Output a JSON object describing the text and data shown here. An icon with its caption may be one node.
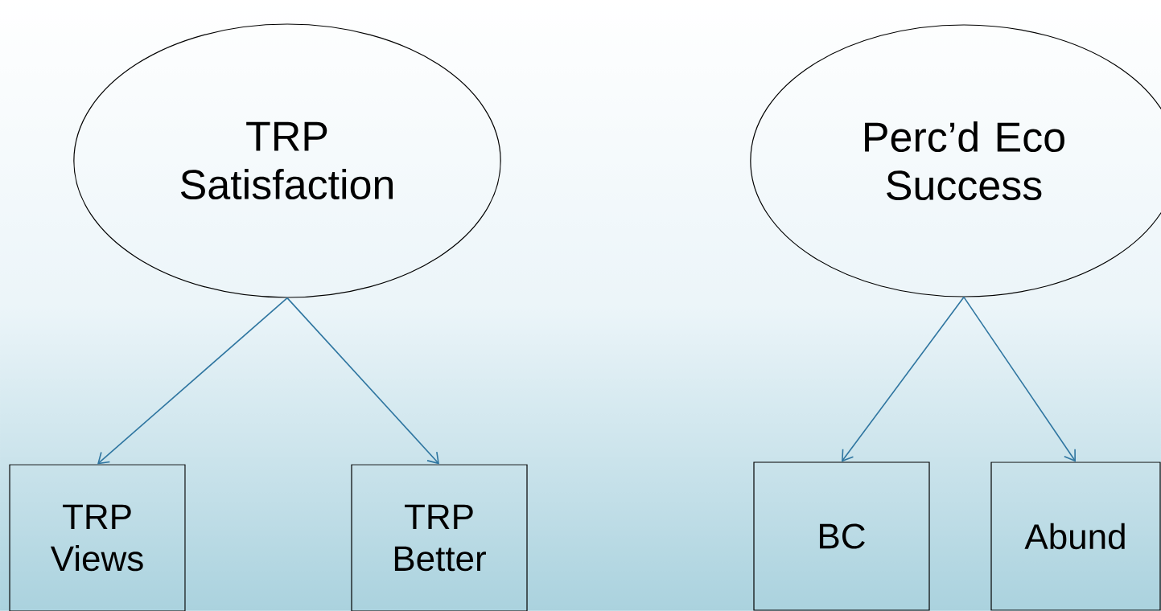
{
  "diagram": {
    "nodes": [
      {
        "text": [
          "TRP Satisfaction"
        ]
      },
      {
        "text": [
          "Perc’d Eco Success"
        ]
      },
      {
        "text": [
          "TRP Views"
        ]
      },
      {
        "text": [
          "TRP Better"
        ]
      },
      {
        "text": [
          "BC"
        ]
      },
      {
        "text": [
          "Abund"
        ]
      }
    ],
    "edges": [
      {
        "from": 0,
        "to": 2,
        "arrow": "to"
      },
      {
        "from": 0,
        "to": 3,
        "arrow": "to"
      },
      {
        "from": 1,
        "to": 4,
        "arrow": "to"
      },
      {
        "from": 1,
        "to": 5,
        "arrow": "to"
      }
    ]
  }
}
